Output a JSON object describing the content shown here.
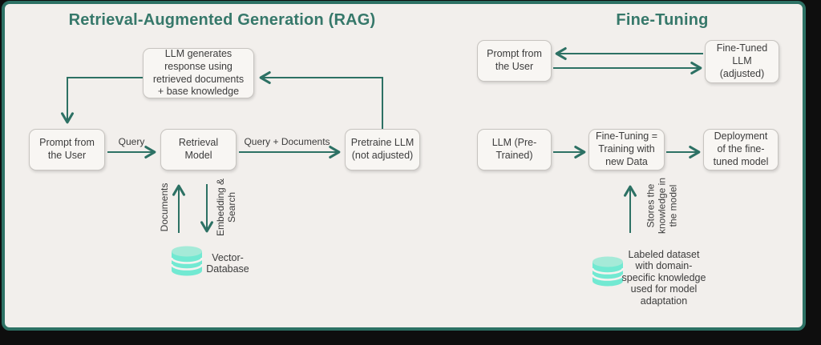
{
  "colors": {
    "frame_background": "#0e0e0e",
    "panel_background": "#f2efec",
    "border_accent": "#2d7164",
    "title_text": "#36786a",
    "node_background": "#f8f6f3",
    "node_border": "#c7c4c0",
    "body_text": "#3c3c3c",
    "database_body": "#72e9d2",
    "database_top": "#a5ead8"
  },
  "rag": {
    "title": "Retrieval-Augmented Generation (RAG)",
    "nodes": {
      "llm_generates": "LLM generates\nresponse using\nretrieved documents\n+ base knowledge",
      "prompt": "Prompt from\nthe User",
      "retrieval": "Retrieval\nModel",
      "pretrained": "Pretraine LLM\n(not adjusted)"
    },
    "labels": {
      "query": "Query",
      "query_documents": "Query + Documents",
      "documents": "Documents",
      "embedding_search": "Embedding &\nSearch"
    },
    "database_label": "Vector-\nDatabase"
  },
  "ft": {
    "title": "Fine-Tuning",
    "nodes": {
      "prompt": "Prompt from\nthe User",
      "finetuned": "Fine-Tuned\nLLM\n(adjusted)",
      "llm_pretrained": "LLM (Pre-\nTrained)",
      "finetuning": "Fine-Tuning =\nTraining with\nnew Data",
      "deployment": "Deployment\nof the fine-\ntuned model"
    },
    "labels": {
      "stores": "Stores the\nknowledge in\nthe model"
    },
    "database_label": "Labeled dataset\nwith domain-\nspecific knowledge\nused for model\nadaptation"
  }
}
